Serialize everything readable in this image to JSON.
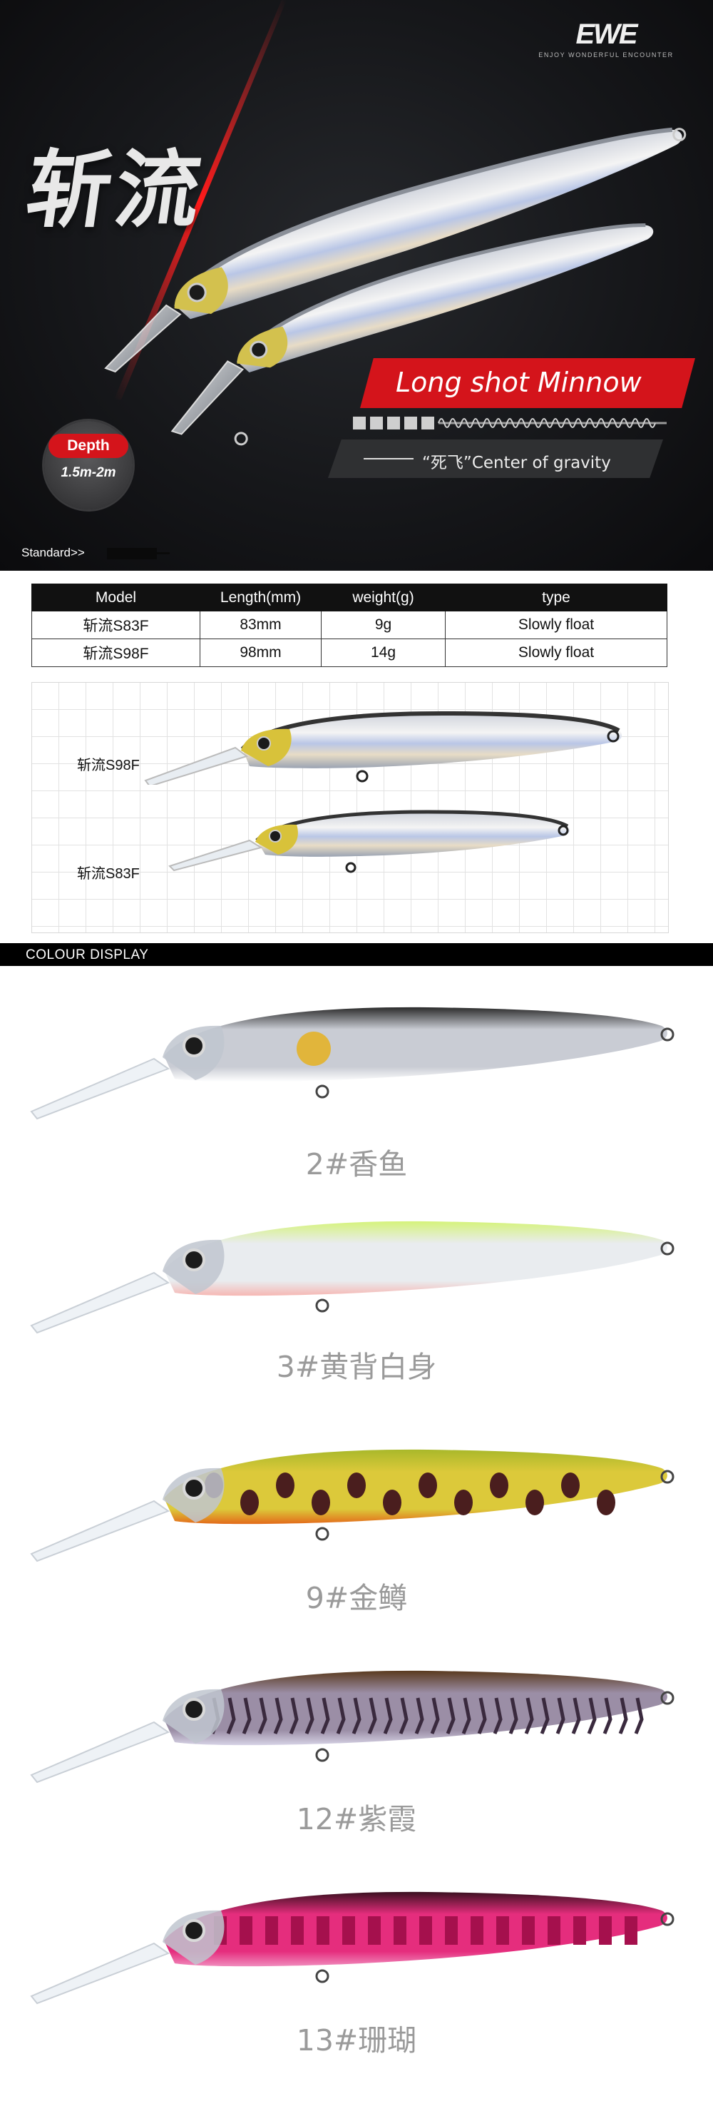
{
  "brand": {
    "logo": "EWE",
    "tagline": "ENJOY WONDERFUL ENCOUNTER"
  },
  "hero": {
    "title": "斩流",
    "banner": "Long shot Minnow",
    "gravity_text": "“死飞”Center of gravity",
    "depth_title": "Depth",
    "depth_range": "1.5m-2m",
    "standard_label": "Standard>>"
  },
  "spec_table": {
    "headers": [
      "Model",
      "Length(mm)",
      "weight(g)",
      "type"
    ],
    "rows": [
      [
        "斩流S83F",
        "83mm",
        "9g",
        "Slowly float"
      ],
      [
        "斩流S98F",
        "98mm",
        "14g",
        "Slowly float"
      ]
    ]
  },
  "size_compare": {
    "large_label": "斩流S98F",
    "small_label": "斩流S83F"
  },
  "colour_display": {
    "heading": "COLOUR DISPLAY",
    "variants": [
      {
        "label": "2#香鱼",
        "back": "#2a2a2a",
        "body": "#c9ccd4",
        "belly": "#ffffff",
        "accent": "#e3b32a"
      },
      {
        "label": "3#黄背白身",
        "back": "#d5f37a",
        "body": "#e9ecef",
        "belly": "#f6b7b3",
        "accent": "#ffffff"
      },
      {
        "label": "9#金鳟",
        "back": "#a9b82a",
        "body": "#dcc93a",
        "belly": "#e36a1a",
        "accent": "#4a1e1e"
      },
      {
        "label": "12#紫霞",
        "back": "#5a3a1e",
        "body": "#9b8ea6",
        "belly": "#d7d3e6",
        "accent": "#3a2a3e"
      },
      {
        "label": "13#珊瑚",
        "back": "#3a1020",
        "body": "#e52d7d",
        "belly": "#f08bbd",
        "accent": "#a5104d"
      }
    ]
  }
}
